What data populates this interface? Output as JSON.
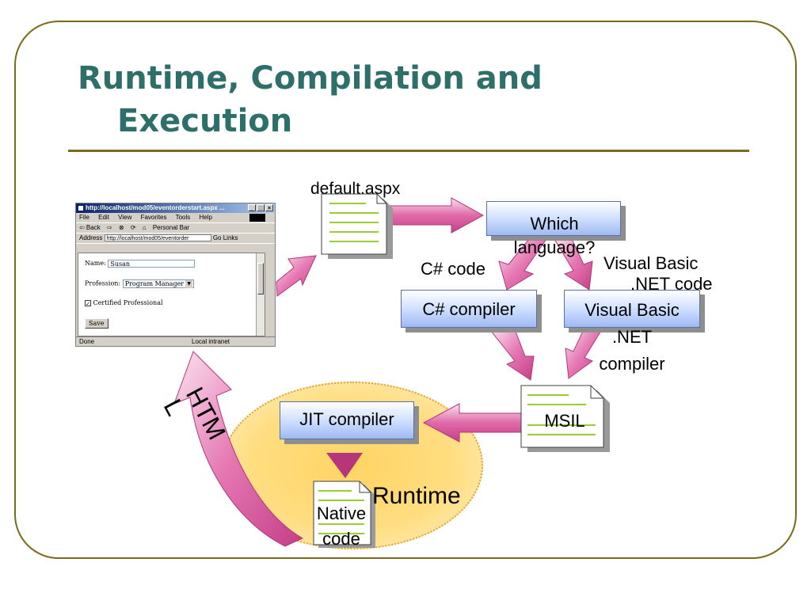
{
  "title": {
    "line1": "Runtime, Compilation and",
    "line2": "Execution"
  },
  "labels": {
    "default_aspx": "default.aspx",
    "which_language": "Which language?",
    "csharp_code": "C# code",
    "vb_code_line1": "Visual Basic",
    "vb_code_line2": ".NET code",
    "csharp_compiler": "C# compiler",
    "vb_compiler_line1": "Visual Basic",
    "vb_compiler_line2": ".NET",
    "vb_compiler_line3": "compiler",
    "msil": "MSIL",
    "jit_compiler": "JIT compiler",
    "runtime": "Runtime",
    "native_code": "Native code",
    "html_line1": "HTM",
    "html_line2": "L"
  },
  "browser": {
    "title": "http://localhost/mod05/eventorderstart.aspx ...",
    "menu": [
      "File",
      "Edit",
      "View",
      "Favorites",
      "Tools",
      "Help"
    ],
    "toolbar": {
      "back": "⇦ Back",
      "forward": "⇨",
      "personal_bar": "Personal Bar"
    },
    "address_label": "Address",
    "address": "http://localhost/mod05/eventorder",
    "go": "Go",
    "links": "Links",
    "form": {
      "name_label": "Name:",
      "name_value": "Susan",
      "profession_label": "Profession:",
      "profession_value": "Program Manager",
      "certified_label": "Certified Professional",
      "certified_checked": true,
      "save_label": "Save"
    },
    "status": {
      "left": "Done",
      "zone": "Local intranet"
    }
  },
  "colors": {
    "title": "#2f6f6a",
    "frame": "#7a6a1c",
    "arrow": "#d6559a",
    "box": "#9fbaf2"
  }
}
